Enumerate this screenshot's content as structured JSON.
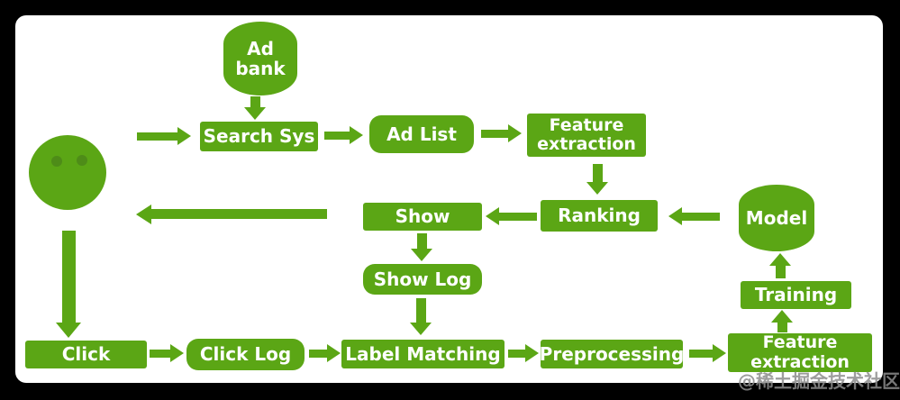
{
  "colors": {
    "node_green": "#5ba615",
    "eye_green": "#4e8c18",
    "background": "#000000",
    "panel": "#ffffff",
    "label_text": "#ffffff",
    "watermark_gray": "#8c8c8c"
  },
  "nodes": {
    "ad_bank": {
      "label": "Ad bank",
      "shape": "cylinder"
    },
    "search_sys": {
      "label": "Search Sys",
      "shape": "rect"
    },
    "ad_list": {
      "label": "Ad List",
      "shape": "rounded-rect"
    },
    "feature_extraction_top": {
      "label": "Feature extraction",
      "shape": "rect"
    },
    "ranking": {
      "label": "Ranking",
      "shape": "rect"
    },
    "show": {
      "label": "Show",
      "shape": "rect"
    },
    "model": {
      "label": "Model",
      "shape": "cylinder"
    },
    "show_log": {
      "label": "Show Log",
      "shape": "rounded-rect"
    },
    "user": {
      "label": "",
      "shape": "face"
    },
    "click": {
      "label": "Click",
      "shape": "rect"
    },
    "click_log": {
      "label": "Click Log",
      "shape": "rounded-rect"
    },
    "label_matching": {
      "label": "Label Matching",
      "shape": "rect"
    },
    "preprocessing": {
      "label": "Preprocessing",
      "shape": "rect"
    },
    "feature_extraction_bottom": {
      "label": "Feature extraction",
      "shape": "rect"
    },
    "training": {
      "label": "Training",
      "shape": "rect"
    }
  },
  "edges": [
    {
      "from": "ad_bank",
      "to": "search_sys"
    },
    {
      "from": "user",
      "to": "search_sys"
    },
    {
      "from": "search_sys",
      "to": "ad_list"
    },
    {
      "from": "ad_list",
      "to": "feature_extraction_top"
    },
    {
      "from": "feature_extraction_top",
      "to": "ranking"
    },
    {
      "from": "model",
      "to": "ranking"
    },
    {
      "from": "ranking",
      "to": "show"
    },
    {
      "from": "show",
      "to": "user"
    },
    {
      "from": "show",
      "to": "show_log"
    },
    {
      "from": "show_log",
      "to": "label_matching"
    },
    {
      "from": "user",
      "to": "click"
    },
    {
      "from": "click",
      "to": "click_log"
    },
    {
      "from": "click_log",
      "to": "label_matching"
    },
    {
      "from": "label_matching",
      "to": "preprocessing"
    },
    {
      "from": "preprocessing",
      "to": "feature_extraction_bottom"
    },
    {
      "from": "feature_extraction_bottom",
      "to": "training"
    },
    {
      "from": "training",
      "to": "model"
    }
  ],
  "watermark": {
    "text": "@稀土掘金技术社区"
  }
}
